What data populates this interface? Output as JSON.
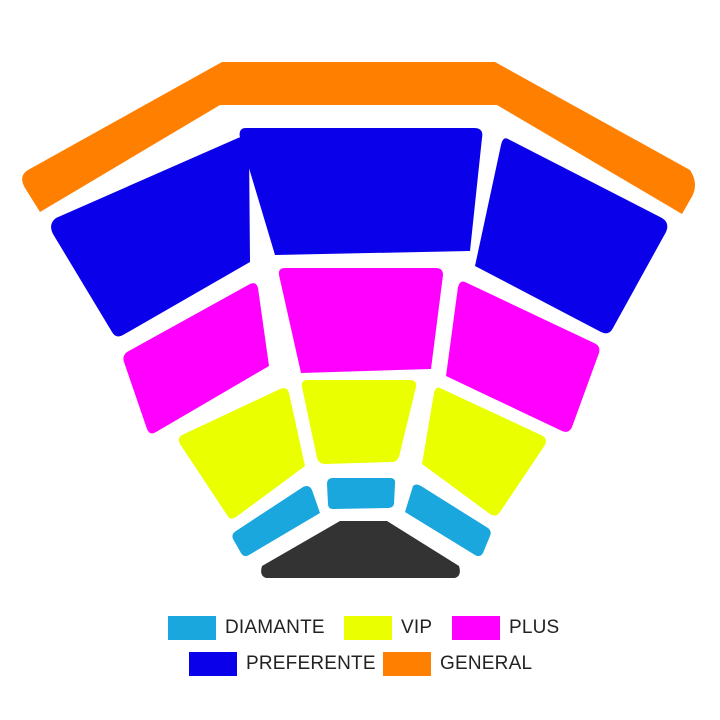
{
  "colors": {
    "diamante": "#19a7dd",
    "vip": "#eaff00",
    "plus": "#ff00ff",
    "preferente": "#0b00ea",
    "general": "#ff8000",
    "stage": "#333333"
  },
  "legend": {
    "diamante": "DIAMANTE",
    "vip": "VIP",
    "plus": "PLUS",
    "preferente": "PREFERENTE",
    "general": "GENERAL"
  }
}
